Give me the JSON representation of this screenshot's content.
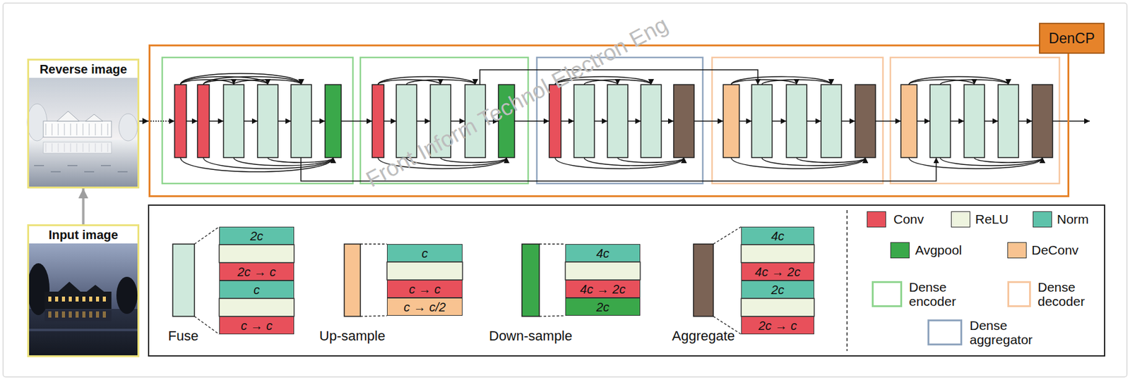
{
  "diagram": {
    "nodes": [
      {
        "text": [
          "Reverse image"
        ]
      },
      {
        "text": [
          "DenCP"
        ]
      },
      {
        "text": [
          "Input image"
        ]
      },
      {
        "text": [
          "2c"
        ]
      },
      {
        "text": [
          "2c → c"
        ]
      },
      {
        "text": [
          "c"
        ]
      },
      {
        "text": [
          "c → c"
        ]
      },
      {
        "text": [
          "c"
        ]
      },
      {
        "text": [
          "c → c"
        ]
      },
      {
        "text": [
          "c → c/2"
        ]
      },
      {
        "text": [
          "4c"
        ]
      },
      {
        "text": [
          "4c → 2c"
        ]
      },
      {
        "text": [
          "2c"
        ]
      },
      {
        "text": [
          "4c"
        ]
      },
      {
        "text": [
          "4c → 2c"
        ]
      },
      {
        "text": [
          "2c"
        ]
      },
      {
        "text": [
          "2c → c"
        ]
      }
    ],
    "edges": [
      {
        "from": 2,
        "to": 0,
        "arrow": "to"
      },
      {
        "from": 0,
        "to": 1,
        "arrow": "to"
      }
    ],
    "labels": [
      "Fuse",
      "Up-sample",
      "Down-sample",
      "Aggregate",
      "Front Inform Technol Electron Eng"
    ],
    "legend": [
      {
        "text": "Conv",
        "color": "#e8505b"
      },
      {
        "text": "ReLU",
        "color": "#eef4df"
      },
      {
        "text": "Norm",
        "color": "#5ec2aa"
      },
      {
        "text": "Avgpool",
        "color": "#3aa84a"
      },
      {
        "text": "DeConv",
        "color": "#f8c391"
      },
      {
        "text": "Dense encoder"
      },
      {
        "text": "Dense decoder"
      },
      {
        "text": "Dense aggregator"
      }
    ]
  }
}
